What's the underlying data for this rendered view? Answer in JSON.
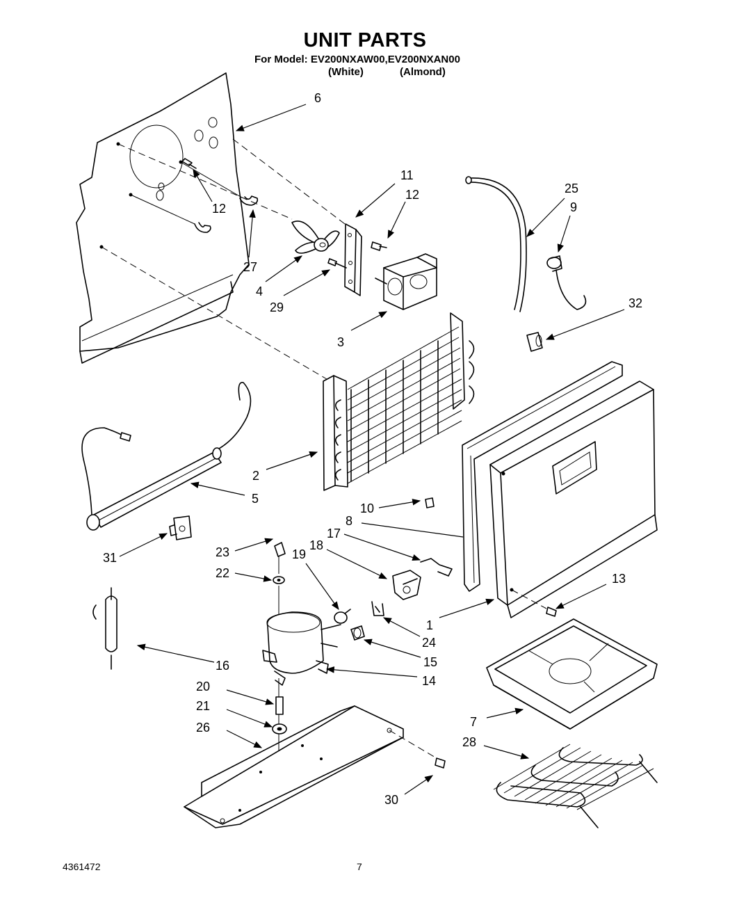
{
  "header": {
    "title": "UNIT PARTS",
    "model_line": "For Model: EV200NXAW00,EV200NXAN00",
    "variant_white": "(White)",
    "variant_almond": "(Almond)"
  },
  "callouts": {
    "c6": "6",
    "c11": "11",
    "c12a": "12",
    "c12b": "12",
    "c25": "25",
    "c9": "9",
    "c27": "27",
    "c4": "4",
    "c29": "29",
    "c3": "3",
    "c32": "32",
    "c2": "2",
    "c5": "5",
    "c10": "10",
    "c8": "8",
    "c17": "17",
    "c18": "18",
    "c19": "19",
    "c23": "23",
    "c22": "22",
    "c31": "31",
    "c13": "13",
    "c1": "1",
    "c24": "24",
    "c15": "15",
    "c14": "14",
    "c16": "16",
    "c20": "20",
    "c21": "21",
    "c26": "26",
    "c7": "7",
    "c28": "28",
    "c30": "30"
  },
  "footer": {
    "doc_number": "4361472",
    "page_number": "7"
  }
}
